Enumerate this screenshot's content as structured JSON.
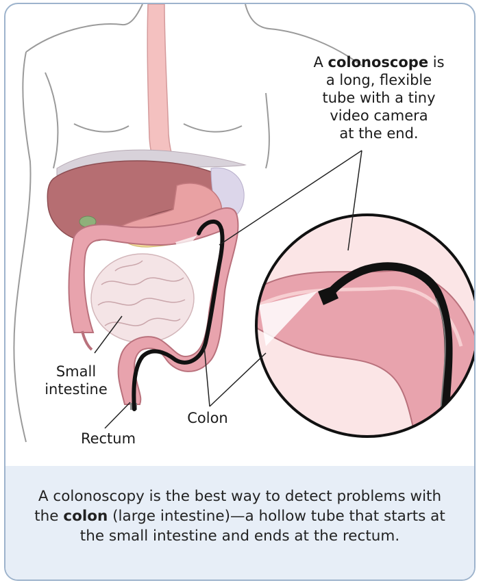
{
  "callouts": {
    "scope": {
      "line1_pre": "A ",
      "line1_bold": "colonoscope",
      "line1_post": " is",
      "line2": "a long, flexible",
      "line3": "tube with a tiny",
      "line4": "video camera",
      "line5": "at the end."
    },
    "small_intestine": {
      "line1": "Small",
      "line2": "intestine"
    },
    "colon": "Colon",
    "rectum": "Rectum"
  },
  "caption": {
    "part1": "A colonoscopy is the best way to detect problems with the ",
    "bold": "colon",
    "part2": " (large intestine)—a hollow tube that starts at the small intestine and ends at the rectum."
  },
  "colors": {
    "frame_border": "#9db3cc",
    "caption_bg": "#e7eef7",
    "colon_pink": "#e8a3ad",
    "liver": "#b66e72",
    "scope_black": "#111111"
  }
}
